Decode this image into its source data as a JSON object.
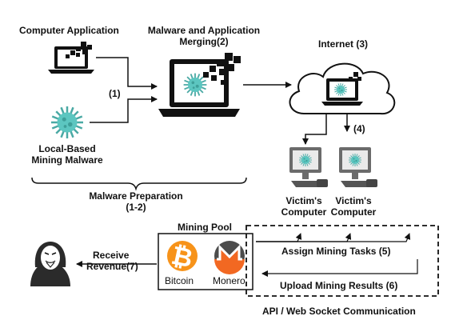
{
  "labels": {
    "computer_application": "Computer Application",
    "malware_merging_line1": "Malware and Application",
    "malware_merging_line2": "Merging(2)",
    "internet": "Internet (3)",
    "step1": "(1)",
    "step4": "(4)",
    "local_mining_line1": "Local-Based",
    "local_mining_line2": "Mining Malware",
    "malware_preparation_line1": "Malware Preparation",
    "malware_preparation_line2": "(1-2)",
    "victim1_line1": "Victim's",
    "victim1_line2": "Computer",
    "victim2_line1": "Victim's",
    "victim2_line2": "Computer",
    "mining_pool": "Mining Pool",
    "bitcoin": "Bitcoin",
    "monero": "Monero",
    "receive_line1": "Receive",
    "receive_line2": "Revenue(7)",
    "assign_tasks": "Assign Mining Tasks  (5)",
    "upload_results": "Upload Mining Results  (6)",
    "api_comm": "API / Web Socket Communication"
  },
  "colors": {
    "bitcoin_orange": "#f7931a",
    "monero_orange": "#f26822",
    "monero_gray": "#4c4c4c",
    "virus_teal": "#5cc6c0",
    "dark": "#1a1a1a"
  },
  "icons": [
    "laptop-icon",
    "virus-icon",
    "cloud-icon",
    "desktop-icon",
    "bitcoin-icon",
    "monero-icon",
    "hacker-icon"
  ]
}
